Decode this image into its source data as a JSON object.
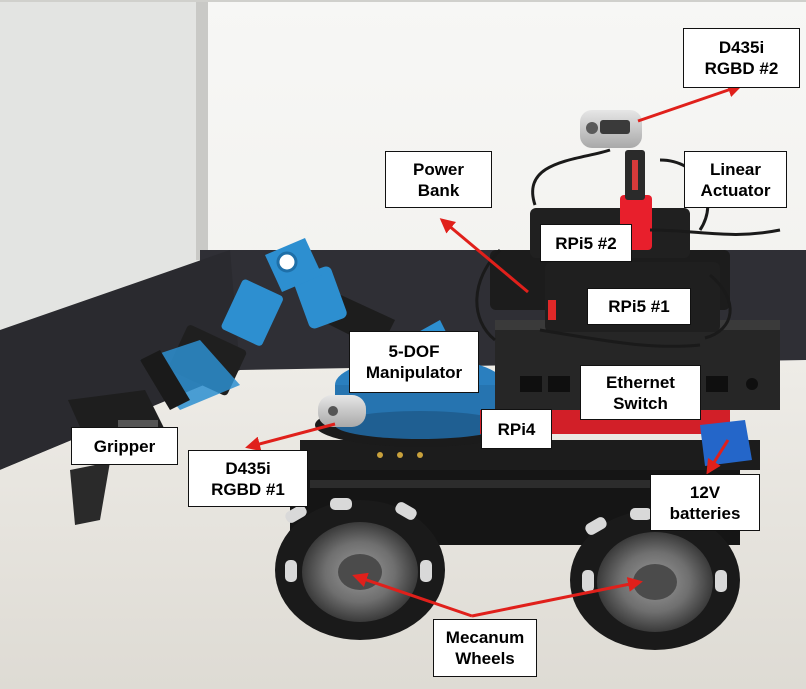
{
  "labels": {
    "d435i_rgbd_2": [
      "D435i",
      "RGBD #2"
    ],
    "power_bank": [
      "Power",
      "Bank"
    ],
    "linear_actuator": [
      "Linear",
      "Actuator"
    ],
    "rpi5_2": [
      "RPi5 #2"
    ],
    "rpi5_1": [
      "RPi5 #1"
    ],
    "manipulator": [
      "5-DOF",
      "Manipulator"
    ],
    "ethernet_switch": [
      "Ethernet",
      "Switch"
    ],
    "gripper": [
      "Gripper"
    ],
    "rpi4": [
      "RPi4"
    ],
    "d435i_rgbd_1": [
      "D435i",
      "RGBD #1"
    ],
    "batteries": [
      "12V",
      "batteries"
    ],
    "mecanum_wheels": [
      "Mecanum",
      "Wheels"
    ]
  },
  "colors": {
    "arrow": "#e0201b",
    "label_border": "#111111",
    "label_background": "#ffffff",
    "arm_blue": "#2d8fd0",
    "chassis_black": "#1b1b1b",
    "wall_white": "#f4f4f2",
    "floor": "#e9e7e2",
    "partition_dark": "#303036"
  }
}
